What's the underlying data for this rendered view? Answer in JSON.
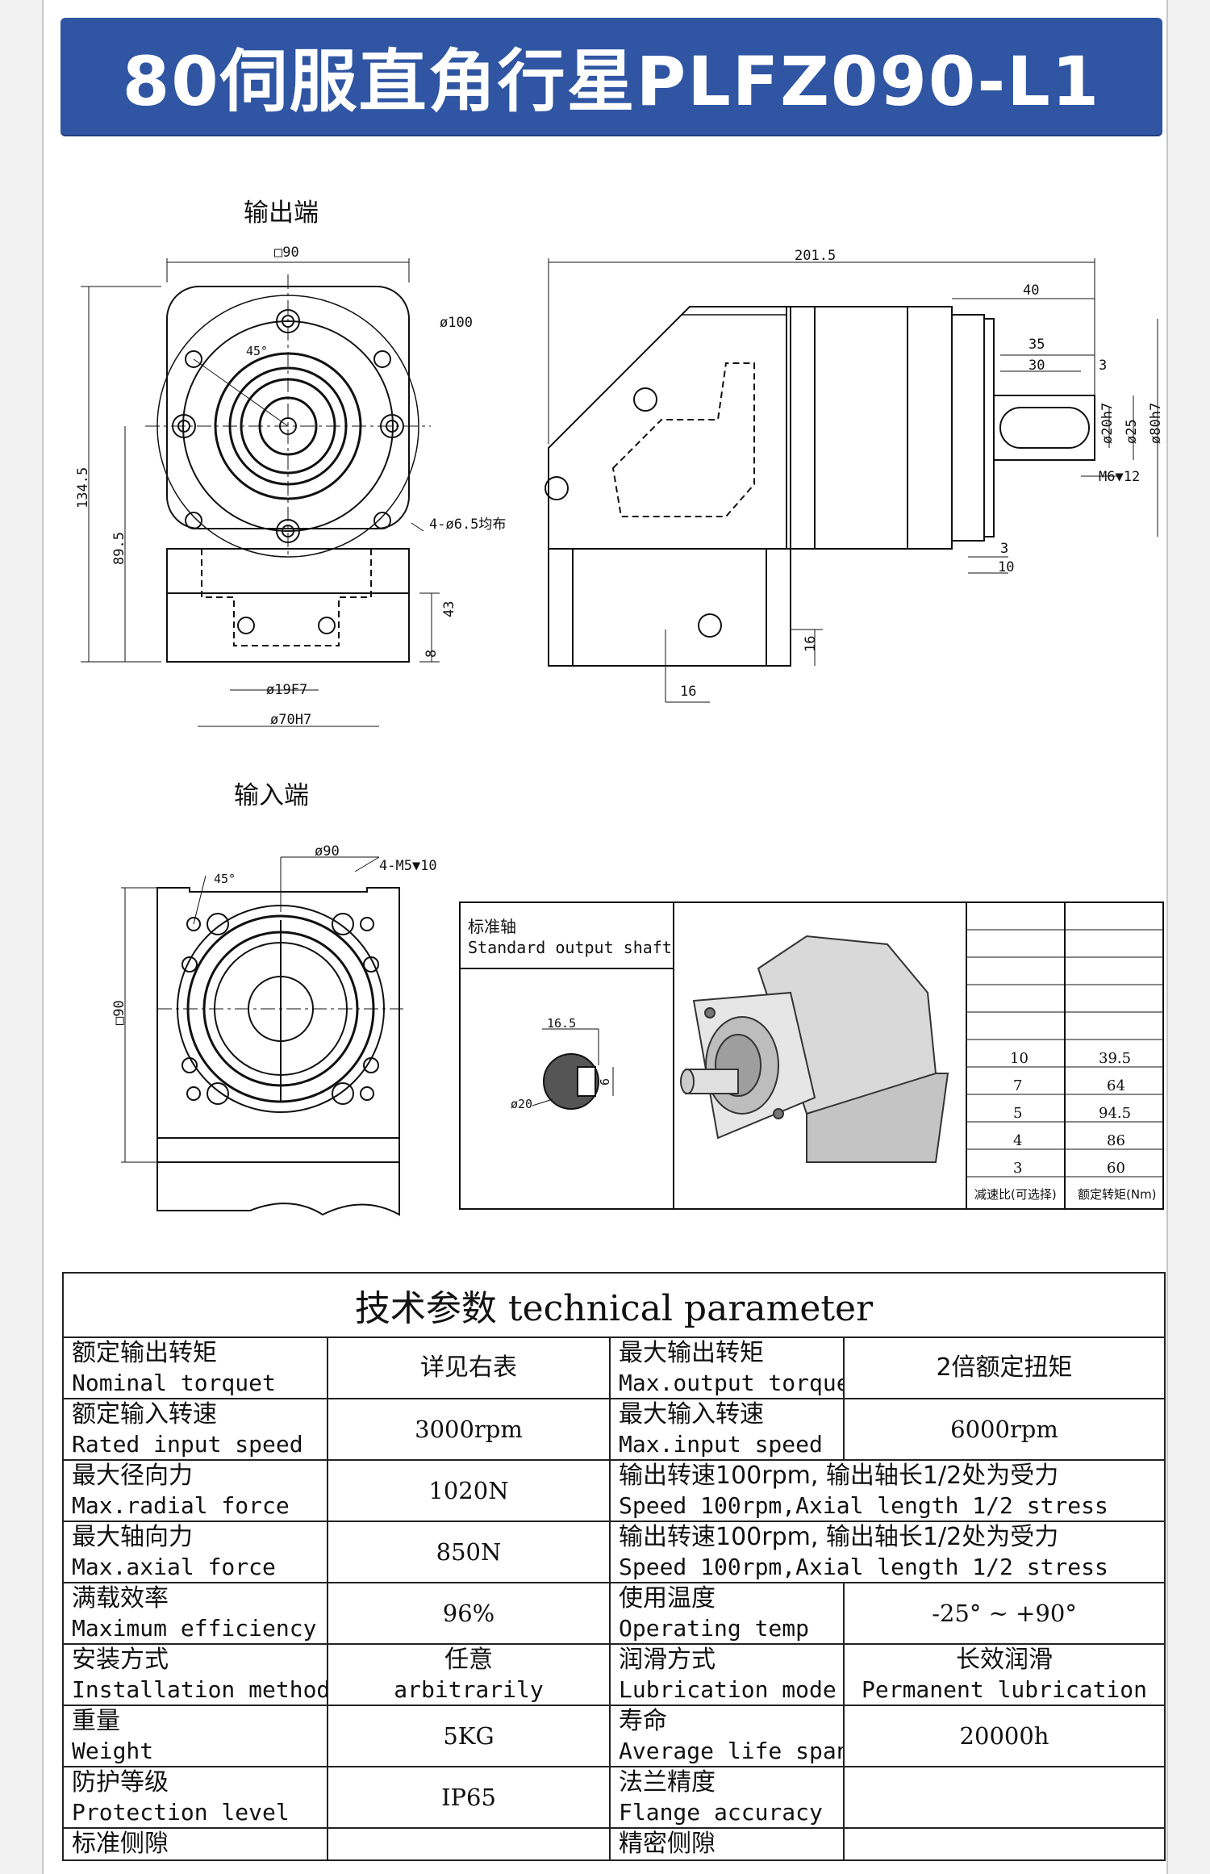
{
  "banner": {
    "title": "80伺服直角行星PLFZ090-L1"
  },
  "views": {
    "output_label": "输出端",
    "input_label": "输入端"
  },
  "dimensions": {
    "square_90": "□90",
    "d100": "ø100",
    "angle45": "45°",
    "holes_out": "4-ø6.5均布",
    "h1345": "134.5",
    "h895": "89.5",
    "h43": "43",
    "h8": "8",
    "d19f7": "ø19F7",
    "d70h7": "ø70H7",
    "l2015": "201.5",
    "l40": "40",
    "l35": "35",
    "l30": "30",
    "l3a": "3",
    "d20h7": "ø20h7",
    "d25": "ø25",
    "d80h7": "ø80h7",
    "m6": "M6▼12",
    "l3b": "3",
    "l10": "10",
    "l16a": "16",
    "l16b": "16",
    "d90": "ø90",
    "m5": "4-M5▼10",
    "angle45b": "45°",
    "square_90b": "□90",
    "shaft_165": "16.5",
    "shaft_6": "6",
    "shaft_d20": "ø20"
  },
  "shaft_box": {
    "label_zh": "标准轴",
    "label_en": "Standard output shaft"
  },
  "ratio_table": {
    "rows": [
      {
        "ratio": "10",
        "torque": "39.5"
      },
      {
        "ratio": "7",
        "torque": "64"
      },
      {
        "ratio": "5",
        "torque": "94.5"
      },
      {
        "ratio": "4",
        "torque": "86"
      },
      {
        "ratio": "3",
        "torque": "60"
      }
    ],
    "header_ratio": "减速比(可选择)",
    "header_torque": "额定转矩(Nm)"
  },
  "spec": {
    "title": "技术参数  technical parameter",
    "rows": [
      {
        "l_zh": "额定输出转矩",
        "l_en": "Nominal torquet",
        "l_val": "详见右表",
        "r_zh": "最大输出转矩",
        "r_en": "Max.output torque",
        "r_val": "2倍额定扭矩"
      },
      {
        "l_zh": "额定输入转速",
        "l_en": "Rated input speed",
        "l_val": "3000rpm",
        "r_zh": "最大输入转速",
        "r_en": "Max.input speed",
        "r_val": "6000rpm"
      },
      {
        "l_zh": "最大径向力",
        "l_en": "Max.radial force",
        "l_val": "1020N",
        "r_zh": "输出转速100rpm, 输出轴长1/2处为受力",
        "r_en": "Speed 100rpm,Axial length 1/2 stress",
        "r_val": ""
      },
      {
        "l_zh": "最大轴向力",
        "l_en": "Max.axial force",
        "l_val": "850N",
        "r_zh": "输出转速100rpm, 输出轴长1/2处为受力",
        "r_en": "Speed 100rpm,Axial length 1/2 stress",
        "r_val": ""
      },
      {
        "l_zh": "满载效率",
        "l_en": "Maximum efficiency",
        "l_val": "96%",
        "r_zh": "使用温度",
        "r_en": "Operating temp",
        "r_val": "-25° ~ +90°"
      },
      {
        "l_zh": "安装方式",
        "l_en": "Installation method",
        "l_val_zh": "任意",
        "l_val": "arbitrarily",
        "r_zh": "润滑方式",
        "r_en": "Lubrication mode",
        "r_val_zh": "长效润滑",
        "r_val": "Permanent lubrication"
      },
      {
        "l_zh": "重量",
        "l_en": "Weight",
        "l_val": "5KG",
        "r_zh": "寿命",
        "r_en": "Average life span",
        "r_val": "20000h"
      },
      {
        "l_zh": "防护等级",
        "l_en": "Protection level",
        "l_val": "IP65",
        "r_zh": "法兰精度",
        "r_en": "Flange accuracy",
        "r_val": ""
      },
      {
        "l_zh": "标准侧隙",
        "l_en": "",
        "l_val": "",
        "r_zh": "精密侧隙",
        "r_en": "",
        "r_val": ""
      }
    ]
  }
}
